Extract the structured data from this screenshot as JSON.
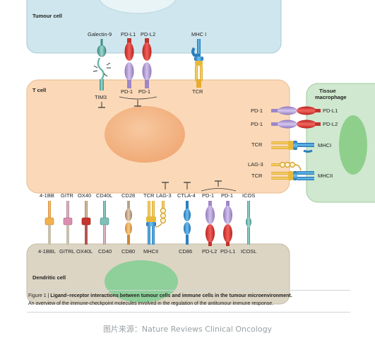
{
  "cells": {
    "tumour": "Tumour cell",
    "tcell": "T cell",
    "macrophage": [
      "Tissue",
      "macrophage"
    ],
    "dendritic": "Dendritic cell"
  },
  "tumour_ligands": {
    "galectin9": "Galectin-9",
    "pdl1": "PD-L1",
    "pdl2": "PD-L2",
    "mhc1": "MHC I"
  },
  "top_receptors": {
    "tim3": "TIM3",
    "pd1_a": "PD-1",
    "pd1_b": "PD-1",
    "tcr": "TCR"
  },
  "macrophage_pairs": [
    {
      "left": "PD-1",
      "right": "PD-L1"
    },
    {
      "left": "PD-1",
      "right": "PD-L2"
    },
    {
      "left": "TCR",
      "right": "MHCI"
    },
    {
      "left": "LAG-3",
      "right": ""
    },
    {
      "left": "TCR",
      "right": "MHCII"
    }
  ],
  "bottom_receptors": [
    "4-1BB",
    "GITR",
    "OX40",
    "CD40L",
    "CD28",
    "TCR",
    "LAG-3",
    "CTLA-4",
    "PD-1",
    "PD-1",
    "ICOS"
  ],
  "bottom_ligands": [
    "4-1BBL",
    "GITRL",
    "OX40L",
    "CD40",
    "CD80",
    "MHCII",
    "CD86",
    "PD-L2",
    "PD-L1",
    "ICOSL"
  ],
  "caption": {
    "prefix": "Figure 1 | ",
    "title": "Ligand–receptor interactions between tumour cells and immune cells in the tumour microenvironment.",
    "body": "An overview of the immune-checkpoint molecules involved in the regulation of the antitumour immune response."
  },
  "source": "图片来源：Nature Reviews Clinical Oncology",
  "colors": {
    "tumour": "#cfe6ee",
    "tcell": "#fbd9b8",
    "nucleus": "#f5b98a",
    "macrophage": "#cfe8cf",
    "dendritic": "#ddd5c4",
    "pd1": "#b9a3d6",
    "pdl": "#e0413d",
    "tcr": "#f0c54a",
    "mhc": "#3d9ad6"
  }
}
